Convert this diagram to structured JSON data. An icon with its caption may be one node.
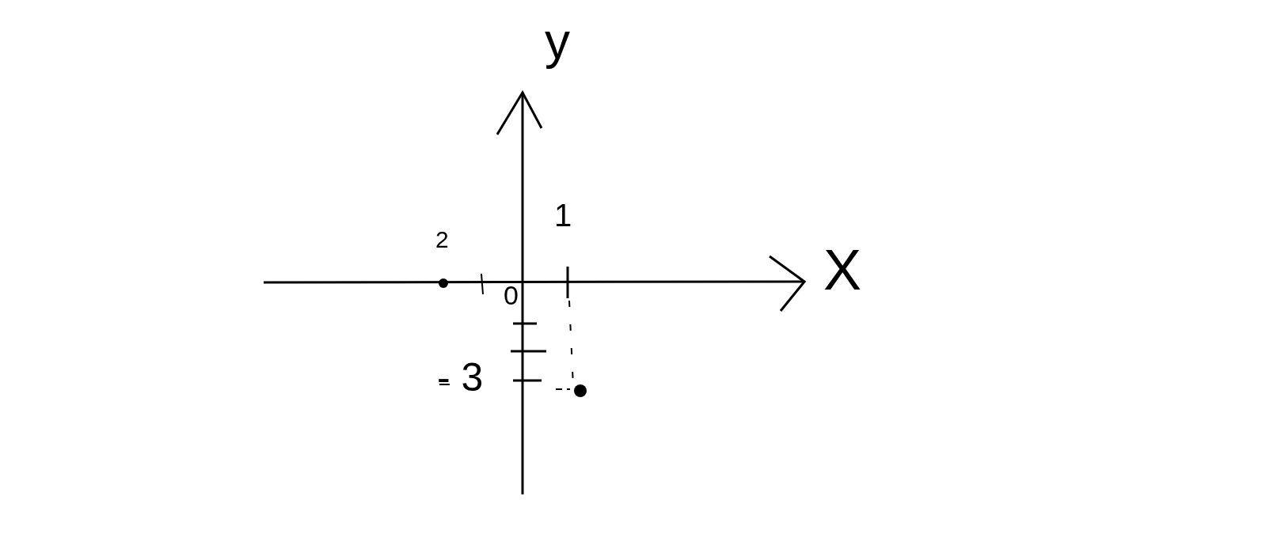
{
  "diagram": {
    "labels": [
      "y",
      "X",
      "2",
      "1",
      "0",
      "- 3"
    ]
  }
}
